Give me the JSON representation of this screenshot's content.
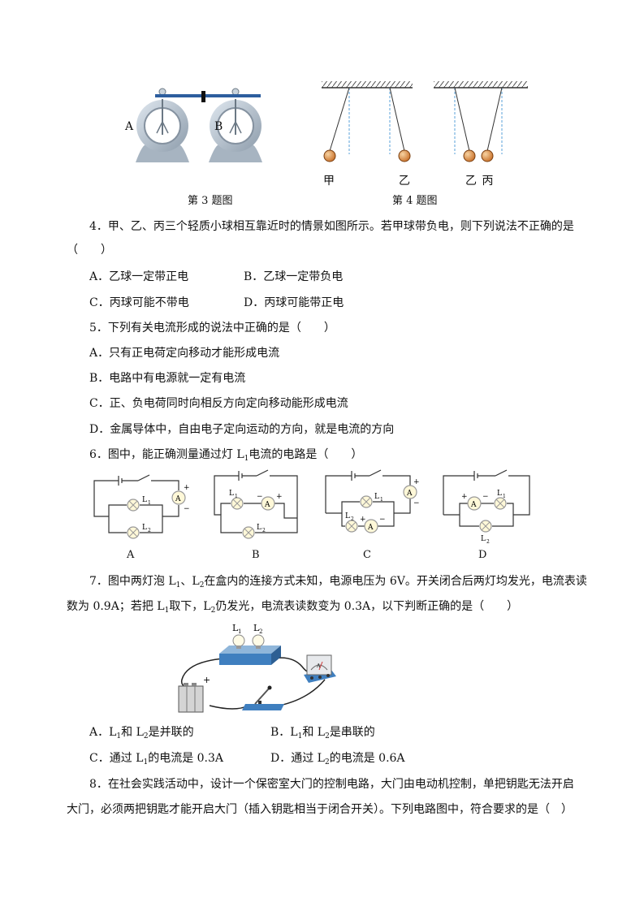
{
  "fig3": {
    "label_a": "A",
    "label_b": "B",
    "caption": "第 3 题图"
  },
  "fig4": {
    "ball1": "甲",
    "ball2": "乙",
    "ball3": "乙 丙",
    "caption": "第 4 题图"
  },
  "q4": {
    "stem": "4．甲、乙、丙三个轻质小球相互靠近时的情景如图所示。若甲球带负电，则下列说法不正确的是",
    "blank": "（　　）",
    "A": "A．乙球一定带正电",
    "B": "B．乙球一定带负电",
    "C": "C．丙球可能不带电",
    "D": "D．丙球可能带正电"
  },
  "q5": {
    "stem": "5．下列有关电流形成的说法中正确的是（　　）",
    "A": "A．只有正电荷定向移动才能形成电流",
    "B": "B．电路中有电源就一定有电流",
    "C": "C．正、负电荷同时向相反方向定向移动能形成电流",
    "D": "D．金属导体中，自由电子定向运动的方向，就是电流的方向"
  },
  "q6": {
    "stem_pre": "6．图中，能正确测量通过灯 L",
    "stem_sub": "1",
    "stem_post": "电流的电路是（　　）",
    "labels": [
      "A",
      "B",
      "C",
      "D"
    ]
  },
  "q7": {
    "line1_a": "7．图中两灯泡 L",
    "line1_b": "、L",
    "line1_c": "在盒内的连接方式未知，电源电压为 6V。开关闭合后两灯均发光，电流表读",
    "line2_a": "数为 0.9A；若把 L",
    "line2_b": "取下，L",
    "line2_c": "仍发光，电流表读数变为 0.3A，以下判断正确的是（　　）",
    "A_pre": "A．L",
    "A_mid": "和 L",
    "A_post": "是并联的",
    "B_pre": "B．L",
    "B_mid": "和 L",
    "B_post": "是串联的",
    "C_pre": "C．通过 L",
    "C_post": "的电流是 0.3A",
    "D_pre": "D．通过 L",
    "D_post": "的电流是 0.6A"
  },
  "q8": {
    "line1": "8．在社会实践活动中，设计一个保密室大门的控制电路，大门由电动机控制，单把钥匙无法开启",
    "line2": "大门，必须两把钥匙才能开启大门（插入钥匙相当于闭合开关）。下列电路图中，符合要求的是（　）"
  },
  "sym": {
    "sub1": "1",
    "sub2": "2",
    "plus": "+",
    "minus": "−",
    "ammeter": "A",
    "L": "L"
  }
}
